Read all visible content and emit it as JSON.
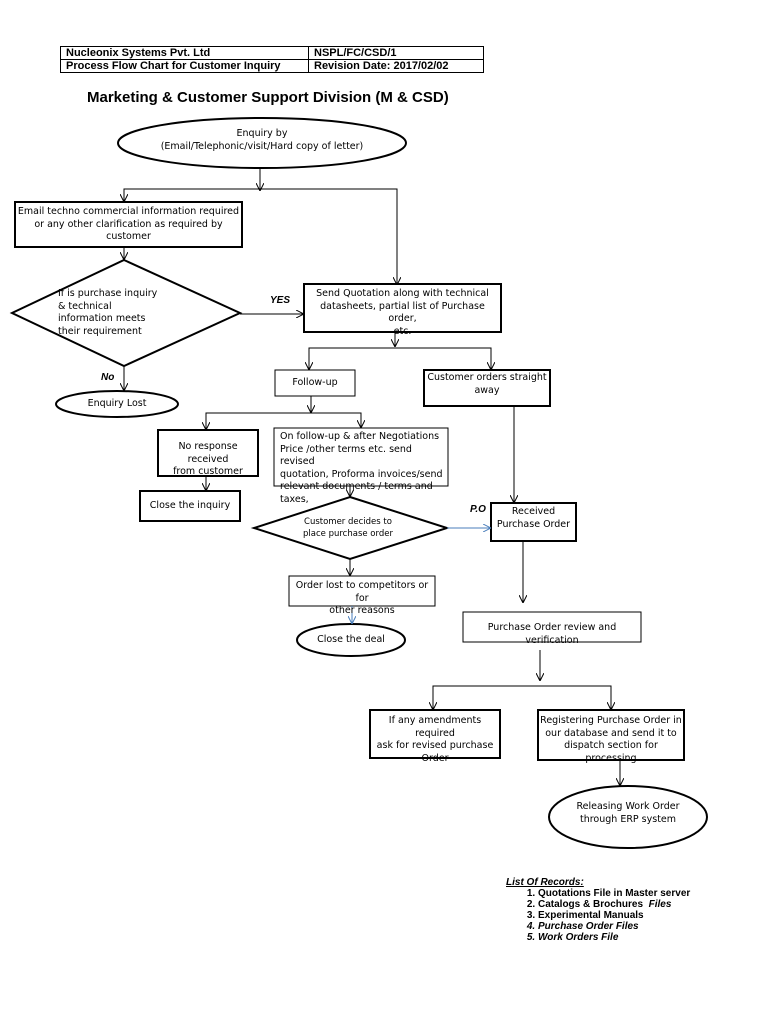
{
  "header": {
    "company": "Nucleonix Systems Pvt. Ltd",
    "doc_no": "NSPL/FC/CSD/1",
    "title": "Process Flow Chart for Customer Inquiry",
    "revision": "Revision Date:  2017/02/02"
  },
  "division": "Marketing & Customer Support Division (M & CSD)",
  "nodes": {
    "enquiry_by": [
      "Enquiry by",
      "(Email/Telephonic/visit/Hard copy of letter)"
    ],
    "email_info": [
      "Email techno commercial information required",
      "or any other clarification as required by",
      "customer"
    ],
    "purchase_inquiry": [
      "If is purchase inquiry",
      "&  technical",
      "information meets",
      "their requirement"
    ],
    "send_quotation": [
      "Send Quotation along with technical",
      "datasheets, partial list of Purchase order,",
      "etc."
    ],
    "enquiry_lost": [
      "Enquiry Lost"
    ],
    "follow_up": [
      "Follow-up"
    ],
    "customer_orders": [
      "Customer orders straight",
      "away"
    ],
    "no_response": [
      "No response received",
      "from customer"
    ],
    "negotiations": [
      "On follow-up & after Negotiations",
      "Price /other terms etc. send revised",
      "quotation,  Proforma invoices/send",
      "relevant documents / terms and taxes,"
    ],
    "close_inquiry": [
      "Close the inquiry"
    ],
    "customer_decides": [
      "Customer decides to",
      "place purchase order"
    ],
    "received_po": [
      "Received",
      "Purchase Order"
    ],
    "order_lost": [
      "Order lost to competitors or for",
      "other reasons"
    ],
    "close_deal": [
      "Close the deal"
    ],
    "po_review": [
      "Purchase Order review and verification"
    ],
    "amendments": [
      "If any amendments required",
      "ask for revised purchase",
      "Order"
    ],
    "registering": [
      "Registering Purchase Order in",
      "our database and send it to",
      "dispatch section for processing"
    ],
    "releasing": [
      "Releasing Work Order",
      "through ERP system"
    ]
  },
  "edge_labels": {
    "yes": "YES",
    "no": "No",
    "po": "P.O"
  },
  "records": {
    "title": "List Of Records:",
    "items": [
      "Quotations File in Master server",
      "Catalogs & Brochures",
      "Experimental Manuals",
      "Purchase Order Files",
      "Work Orders File"
    ],
    "item2_suffix": "Files"
  },
  "colors": {
    "line": "#000000",
    "connector": "#4a7ebb"
  }
}
